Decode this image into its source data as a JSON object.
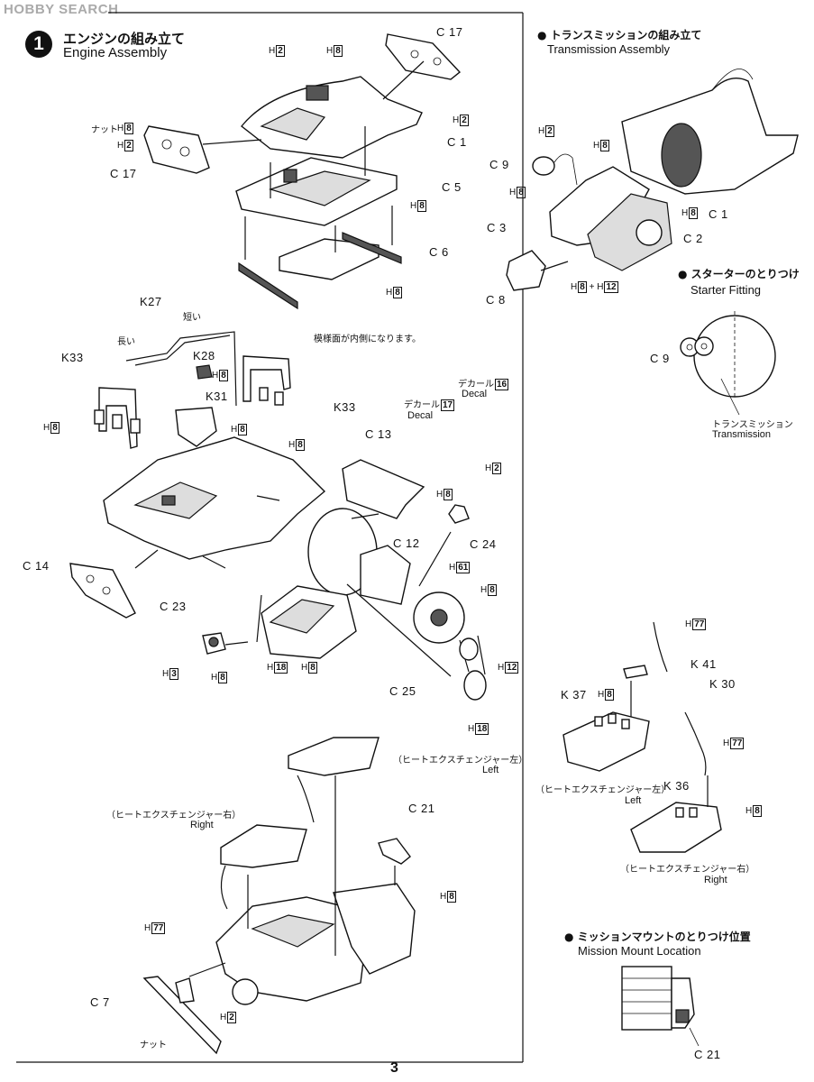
{
  "watermark": "HOBBY SEARCH",
  "step": {
    "number": "1",
    "title_jp": "エンジンの組み立て",
    "title_en": "Engine Assembly"
  },
  "transmission": {
    "title_jp": "トランスミッションの組み立て",
    "title_en": "Transmission Assembly"
  },
  "starter": {
    "title_jp": "スターターのとりつけ",
    "title_en": "Starter Fitting",
    "label_jp": "トランスミッション",
    "label_en": "Transmission"
  },
  "mount": {
    "title_jp": "ミッションマウントのとりつけ位置",
    "title_en": "Mission Mount Location"
  },
  "notes": {
    "pattern_inside": "模様面が内側になります。",
    "long": "長い",
    "short": "短い",
    "nut": "ナット",
    "decal_jp": "デカール",
    "decal_en": "Decal",
    "heat_left_jp": "（ヒートエクスチェンジャー左）",
    "heat_left_en": "Left",
    "heat_right_jp": "（ヒートエクスチェンジャー右）",
    "heat_right_en": "Right"
  },
  "parts": {
    "c17a": "C 17",
    "c17b": "C 17",
    "c1a": "C 1",
    "c5": "C 5",
    "c6": "C 6",
    "c9a": "C 9",
    "c3": "C 3",
    "c8": "C 8",
    "c1b": "C 1",
    "c2": "C 2",
    "c9b": "C 9",
    "k27": "K27",
    "k28": "K28",
    "k31": "K31",
    "k33a": "K33",
    "k33b": "K33",
    "c13": "C 13",
    "c12": "C 12",
    "c14": "C 14",
    "c24": "C 24",
    "c23": "C 23",
    "c25": "C 25",
    "c21a": "C 21",
    "c21b": "C 21",
    "c7": "C 7",
    "k41": "K 41",
    "k37": "K 37",
    "k30": "K 30",
    "k36": "K 36"
  },
  "hcodes": {
    "h": "H",
    "v2": "2",
    "v3": "3",
    "v8": "8",
    "v12": "12",
    "v18": "18",
    "v61": "61",
    "v77": "77",
    "decal16": "16",
    "decal17": "17"
  },
  "page_number": "3"
}
